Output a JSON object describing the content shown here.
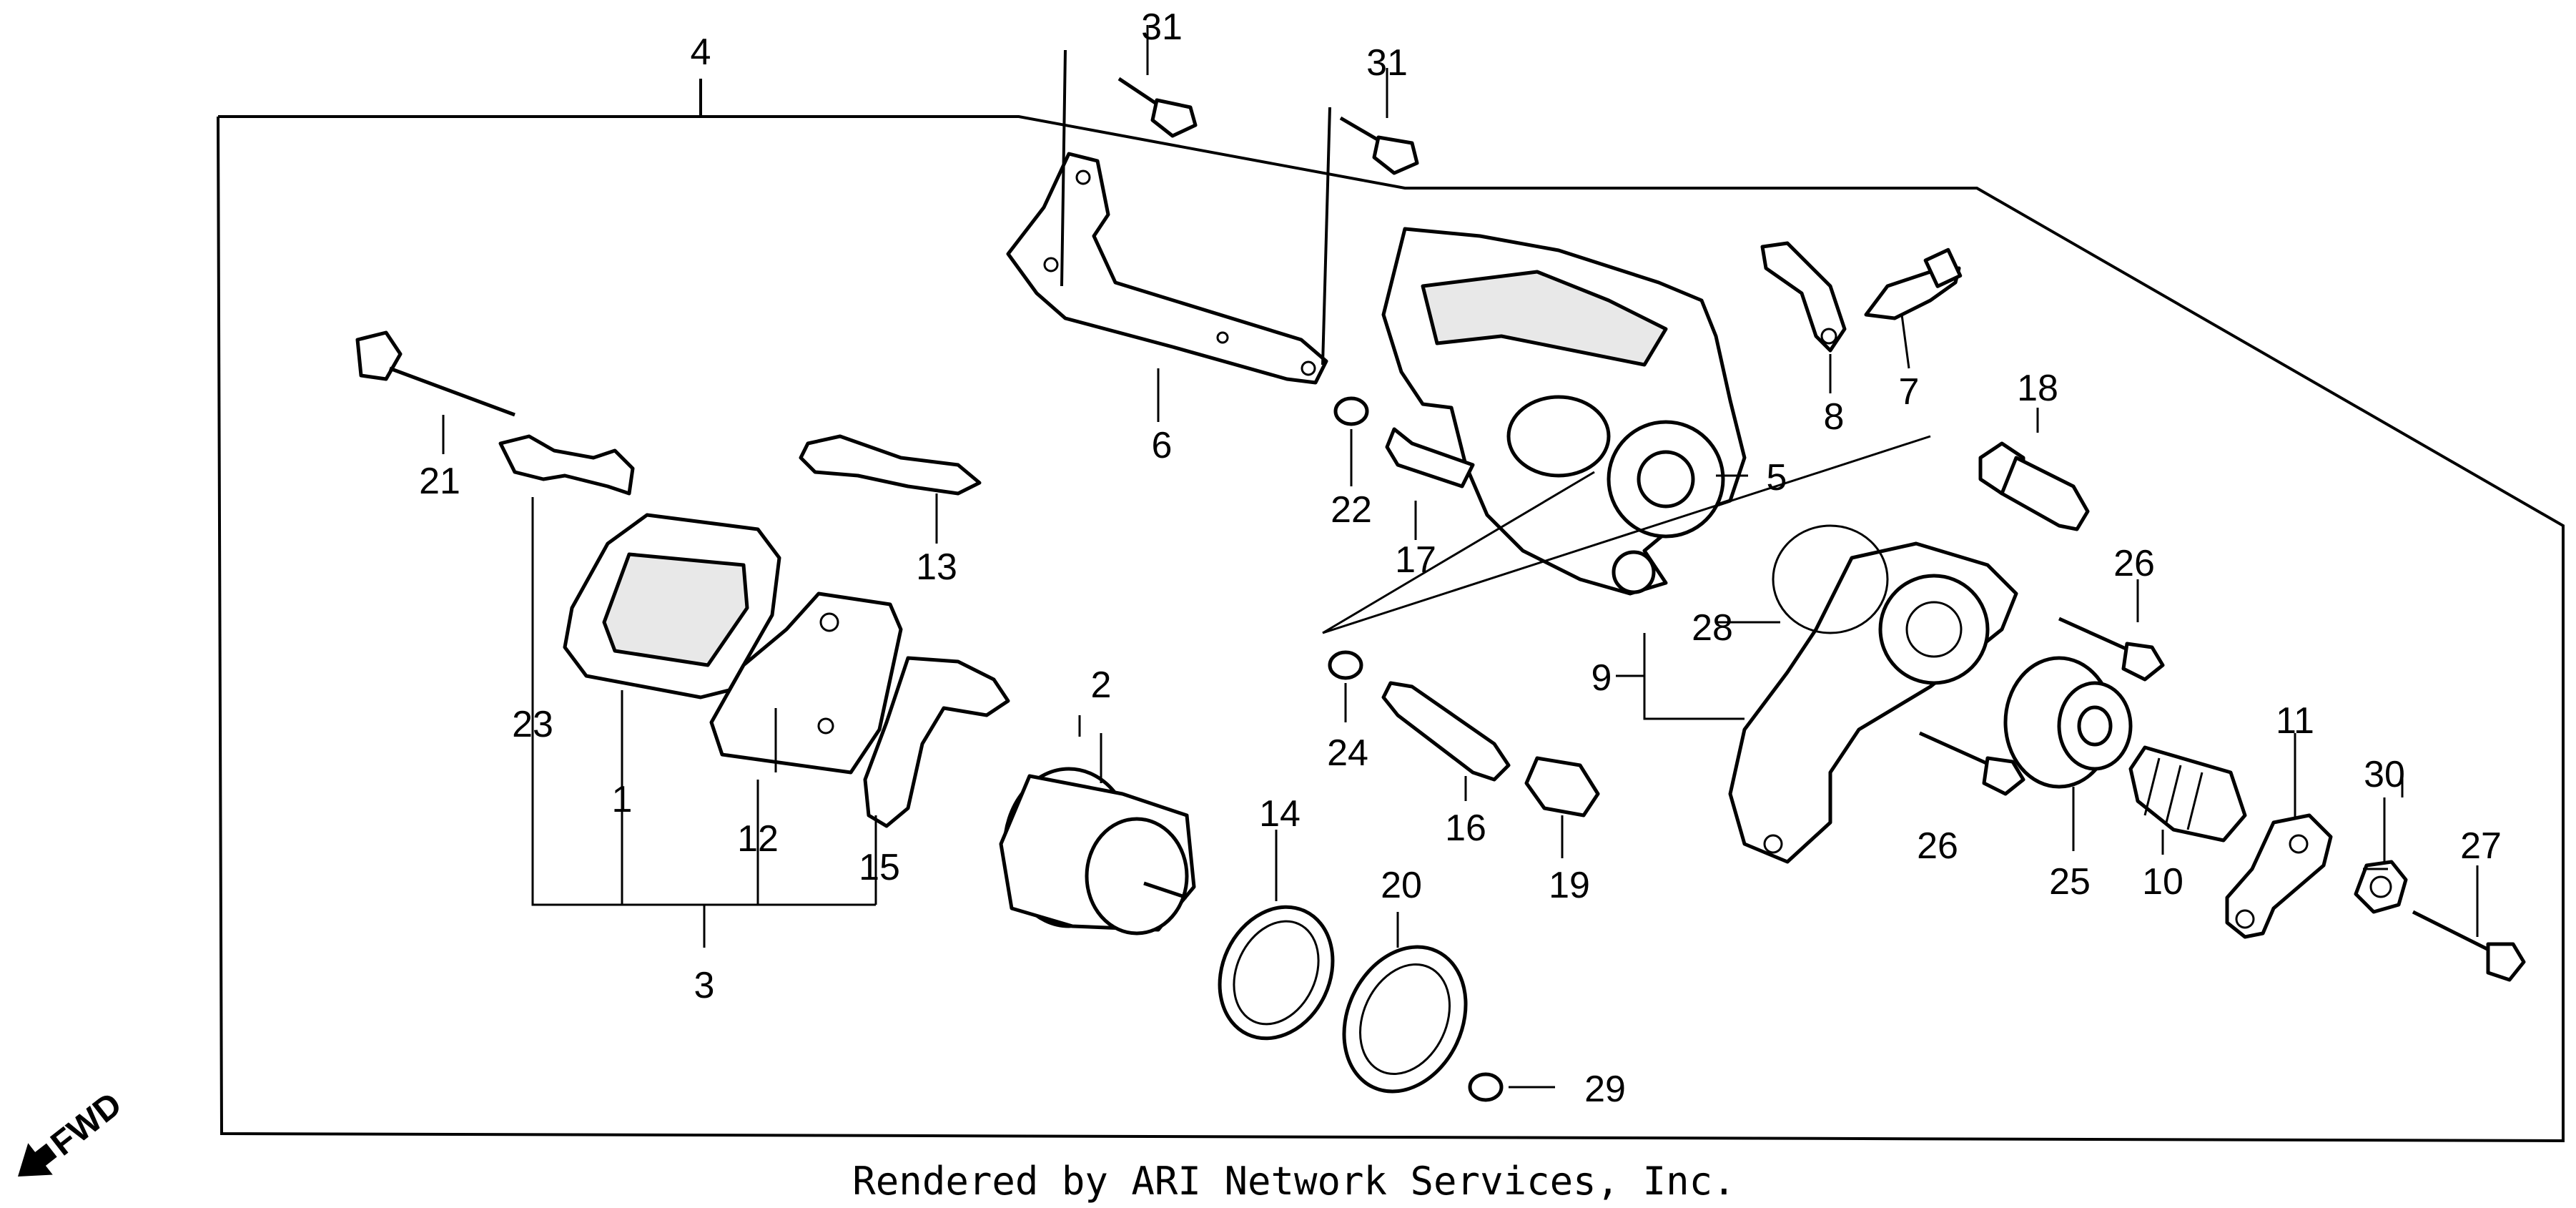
{
  "callouts": {
    "c1": "1",
    "c2": "2",
    "c3": "3",
    "c4": "4",
    "c5": "5",
    "c6": "6",
    "c7": "7",
    "c8": "8",
    "c9": "9",
    "c10": "10",
    "c11": "11",
    "c12": "12",
    "c13": "13",
    "c14": "14",
    "c15": "15",
    "c16": "16",
    "c17": "17",
    "c18": "18",
    "c19": "19",
    "c20": "20",
    "c21": "21",
    "c22": "22",
    "c23": "23",
    "c24": "24",
    "c25": "25",
    "c26a": "26",
    "c26b": "26",
    "c27": "27",
    "c28": "28",
    "c29": "29",
    "c30": "30",
    "c31a": "31",
    "c31b": "31"
  },
  "direction_label": "FWD",
  "credit": "Rendered by ARI Network Services, Inc."
}
